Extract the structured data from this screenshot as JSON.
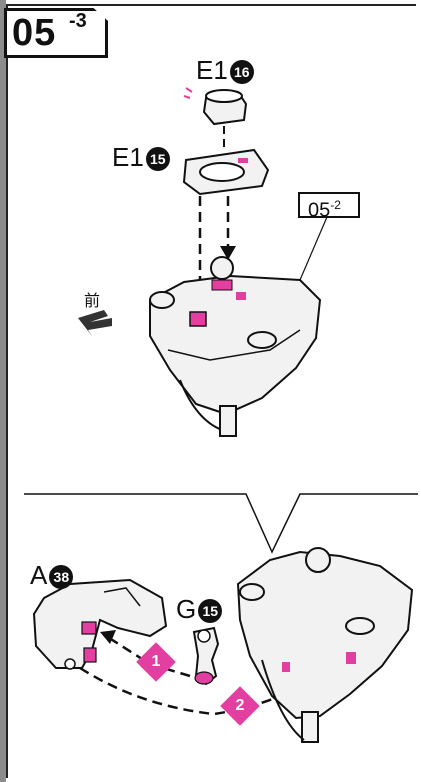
{
  "step": {
    "number": "05",
    "sub": "-3"
  },
  "parts": {
    "top_cap": {
      "letter": "E1",
      "num": "16"
    },
    "mid_ring": {
      "letter": "E1",
      "num": "15"
    },
    "side_arm": {
      "letter": "A",
      "num": "38"
    },
    "joint": {
      "letter": "G",
      "num": "15"
    }
  },
  "reference": {
    "main": "05",
    "sub": "-2"
  },
  "front_label": "前",
  "callouts": [
    "1",
    "2"
  ],
  "colors": {
    "accent": "#e23fa0",
    "line": "#111111",
    "part": "#f2f2f2",
    "shade": "#bdbdbd"
  }
}
